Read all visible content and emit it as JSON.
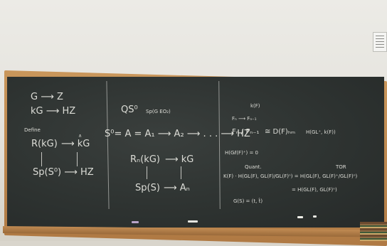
{
  "board": {
    "left": {
      "line1": "G ⟶ Z",
      "line2": "kG ⟶ HZ",
      "define": "Define",
      "line3a": "R(kG)",
      "line3b": "⟶ kG",
      "hat": "∧",
      "line4": "Sp(S⁰) ⟶ HZ"
    },
    "middle": {
      "line1": "QS⁰",
      "line1b": "Sp(G EO₂)",
      "line2": "S⁰= A = A₁ ⟶ A₂ ⟶ . . . ⟶ HZ",
      "line3a": "Rₙ(kG)",
      "line3b": "⟶ kG",
      "line4a": "Sp(S)",
      "line4b": "⟶ Aₙ"
    },
    "right": {
      "top": "k(F)",
      "line1": "Fₙ ⟶ Fₙ₋₁",
      "line2a": "Fₙ / Fₙ₋₁",
      "line2b": "≅ D(F)ₕₘ",
      "line2c": "H(GL⁺, k(F))",
      "line3": "H(Gℓ(F)⁺) = 0",
      "line4a": "Quant.",
      "line4b": "TOR",
      "line5": "K(F) · H(GL(F), GL(F)/GL(F)ⁿ) = H(GL(F), GL(F)⁺/GL(F)ⁿ)",
      "line6": "= H(GL(F), GL(F)ⁿ)",
      "line7": "G(S) = (t, t̂)"
    }
  }
}
